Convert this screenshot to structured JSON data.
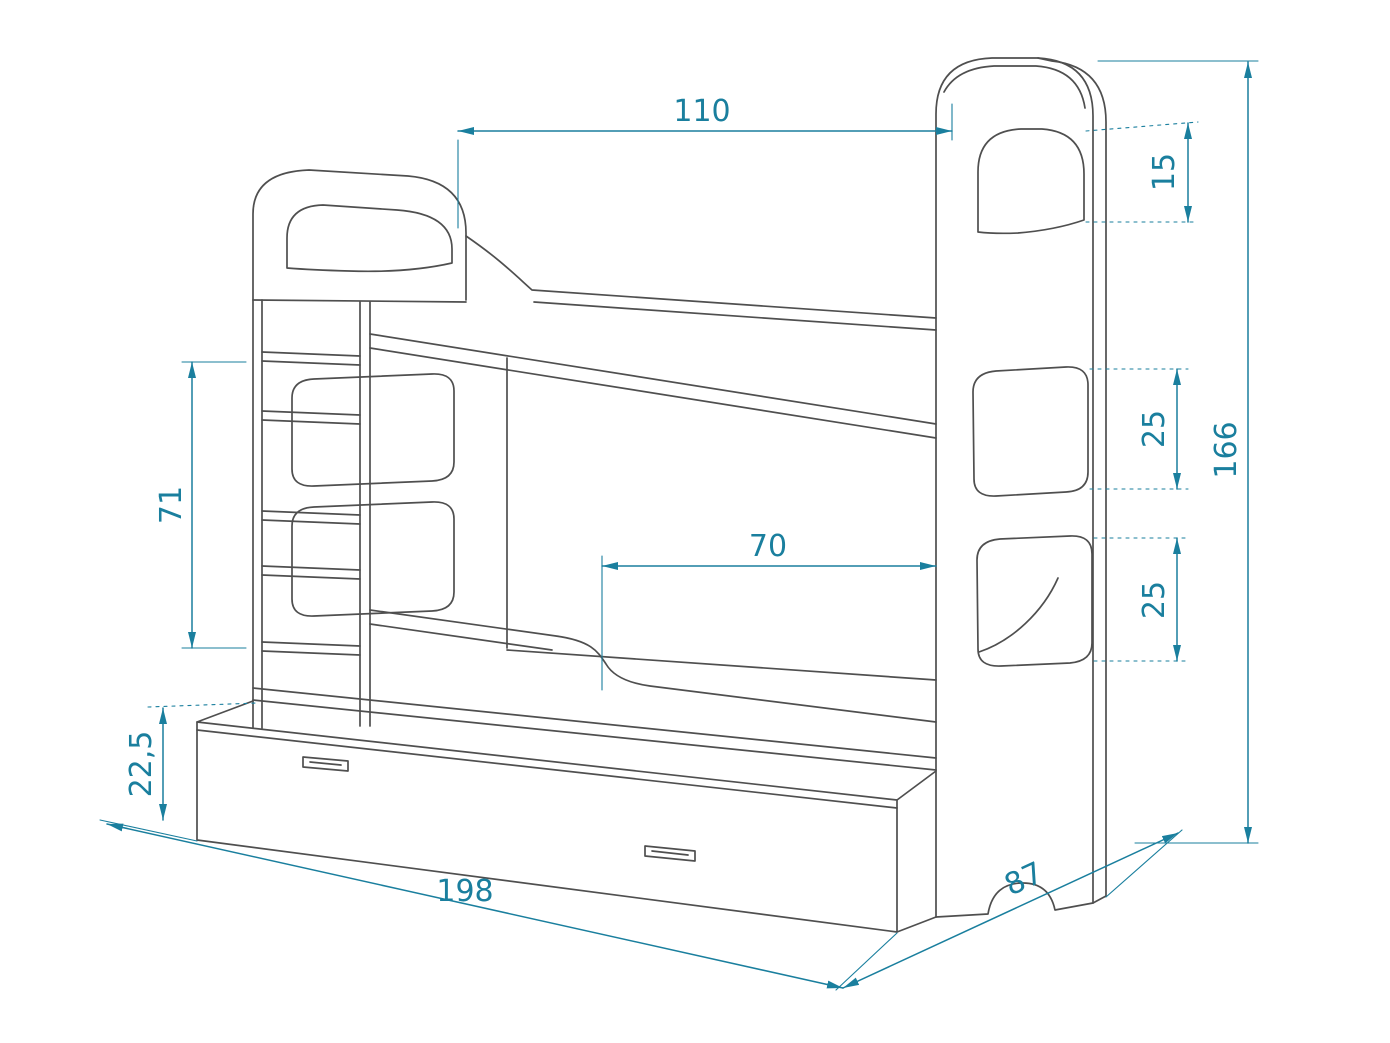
{
  "page": {
    "background": "#ffffff",
    "description": "Technical dimension drawing of a bunk bed with ladder and storage drawer"
  },
  "diagram": {
    "type": "technical-drawing",
    "colors": {
      "outline": "#4f4f4f",
      "dimension": "#1a7f9e"
    },
    "labels": {
      "top_width": "110",
      "head_cutout_height": "15",
      "overall_height": "166",
      "upper_cutout_height": "25",
      "lower_cutout_height": "25",
      "ladder_height": "71",
      "entry_width": "70",
      "drawer_height": "22,5",
      "overall_length": "198",
      "overall_depth": "87"
    }
  }
}
